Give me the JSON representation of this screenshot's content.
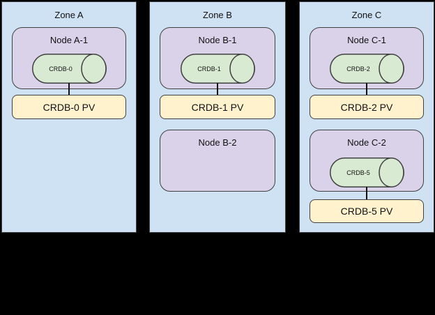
{
  "palette": {
    "zone_fill": "#cfe2f3",
    "node_fill": "#d9d2e9",
    "pod_fill": "#d9ead3",
    "pv_fill": "#fff2cc",
    "border": "#404040",
    "canvas_bg": "#000000",
    "connector": "#111111",
    "text": "#111111"
  },
  "zones": [
    {
      "label": "Zone A",
      "nodes": [
        {
          "label": "Node A-1",
          "pod": "CRDB-0",
          "pv": "CRDB-0 PV"
        }
      ]
    },
    {
      "label": "Zone B",
      "nodes": [
        {
          "label": "Node B-1",
          "pod": "CRDB-1",
          "pv": "CRDB-1 PV"
        },
        {
          "label": "Node B-2"
        }
      ]
    },
    {
      "label": "Zone C",
      "nodes": [
        {
          "label": "Node C-1",
          "pod": "CRDB-2",
          "pv": "CRDB-2 PV"
        },
        {
          "label": "Node C-2",
          "pod": "CRDB-5",
          "pv": "CRDB-5 PV"
        }
      ]
    }
  ]
}
